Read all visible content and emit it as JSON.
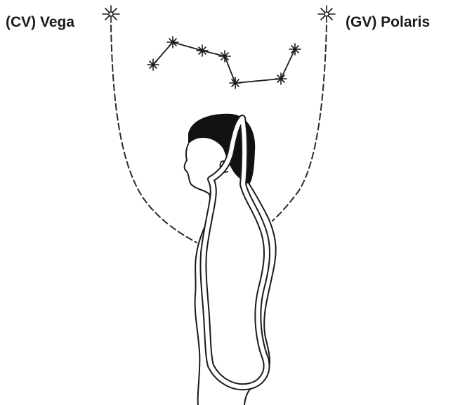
{
  "labels": {
    "vega": "(CV) Vega",
    "polaris": "(GV) Polaris"
  },
  "icons": {
    "left_star": "eight-point-star-icon",
    "right_star": "eight-point-star-icon",
    "constellation": "big-dipper-icon",
    "figure": "human-profile-figure"
  },
  "colors": {
    "ink": "#1a1a1a",
    "background": "#ffffff"
  }
}
